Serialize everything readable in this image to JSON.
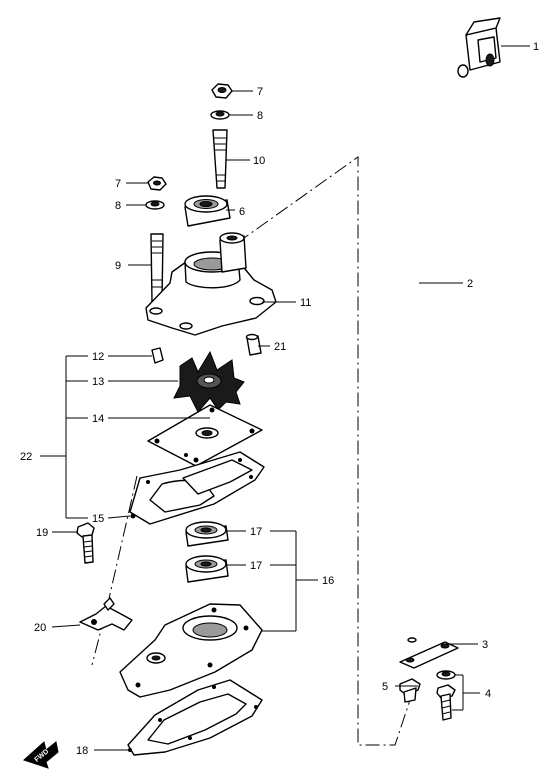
{
  "callouts": {
    "c1": "1",
    "c2": "2",
    "c3": "3",
    "c4": "4",
    "c5": "5",
    "c6": "6",
    "c7a": "7",
    "c7b": "7",
    "c8a": "8",
    "c8b": "8",
    "c9": "9",
    "c10": "10",
    "c11": "11",
    "c12": "12",
    "c13": "13",
    "c14": "14",
    "c15": "15",
    "c16": "16",
    "c17a": "17",
    "c17b": "17",
    "c18": "18",
    "c19": "19",
    "c20": "20",
    "c21": "21",
    "c22": "22"
  },
  "fwd_label": "FWD"
}
